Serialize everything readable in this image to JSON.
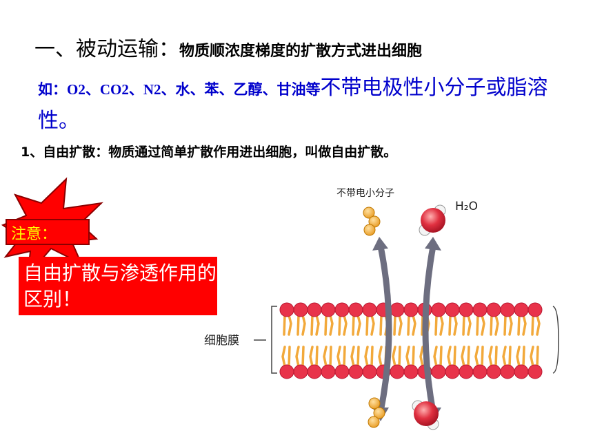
{
  "heading": {
    "lead": "一、被动运输：",
    "rest": "物质顺浓度梯度的扩散方式进出细胞"
  },
  "examples": {
    "small": "如：O2、CO2、N2、水、苯、乙醇、甘油等",
    "large": "不带电极性小分子或脂溶性。"
  },
  "point1": "1、自由扩散：物质通过简单扩散作用进出细胞，叫做自由扩散。",
  "notice": {
    "label": "注意：",
    "message": "自由扩散与渗透作用的区别！"
  },
  "figure": {
    "label_small_molecule": "不带电小分子",
    "label_water": "H₂O",
    "label_membrane": "细胞膜"
  },
  "colors": {
    "blue_text": "#0000cc",
    "notice_red": "#ff0000",
    "notice_yellow": "#ffff00",
    "lipid_head": "#e8334a",
    "lipid_tail": "#f2a93b",
    "arrow_gray": "#6d6e80"
  }
}
